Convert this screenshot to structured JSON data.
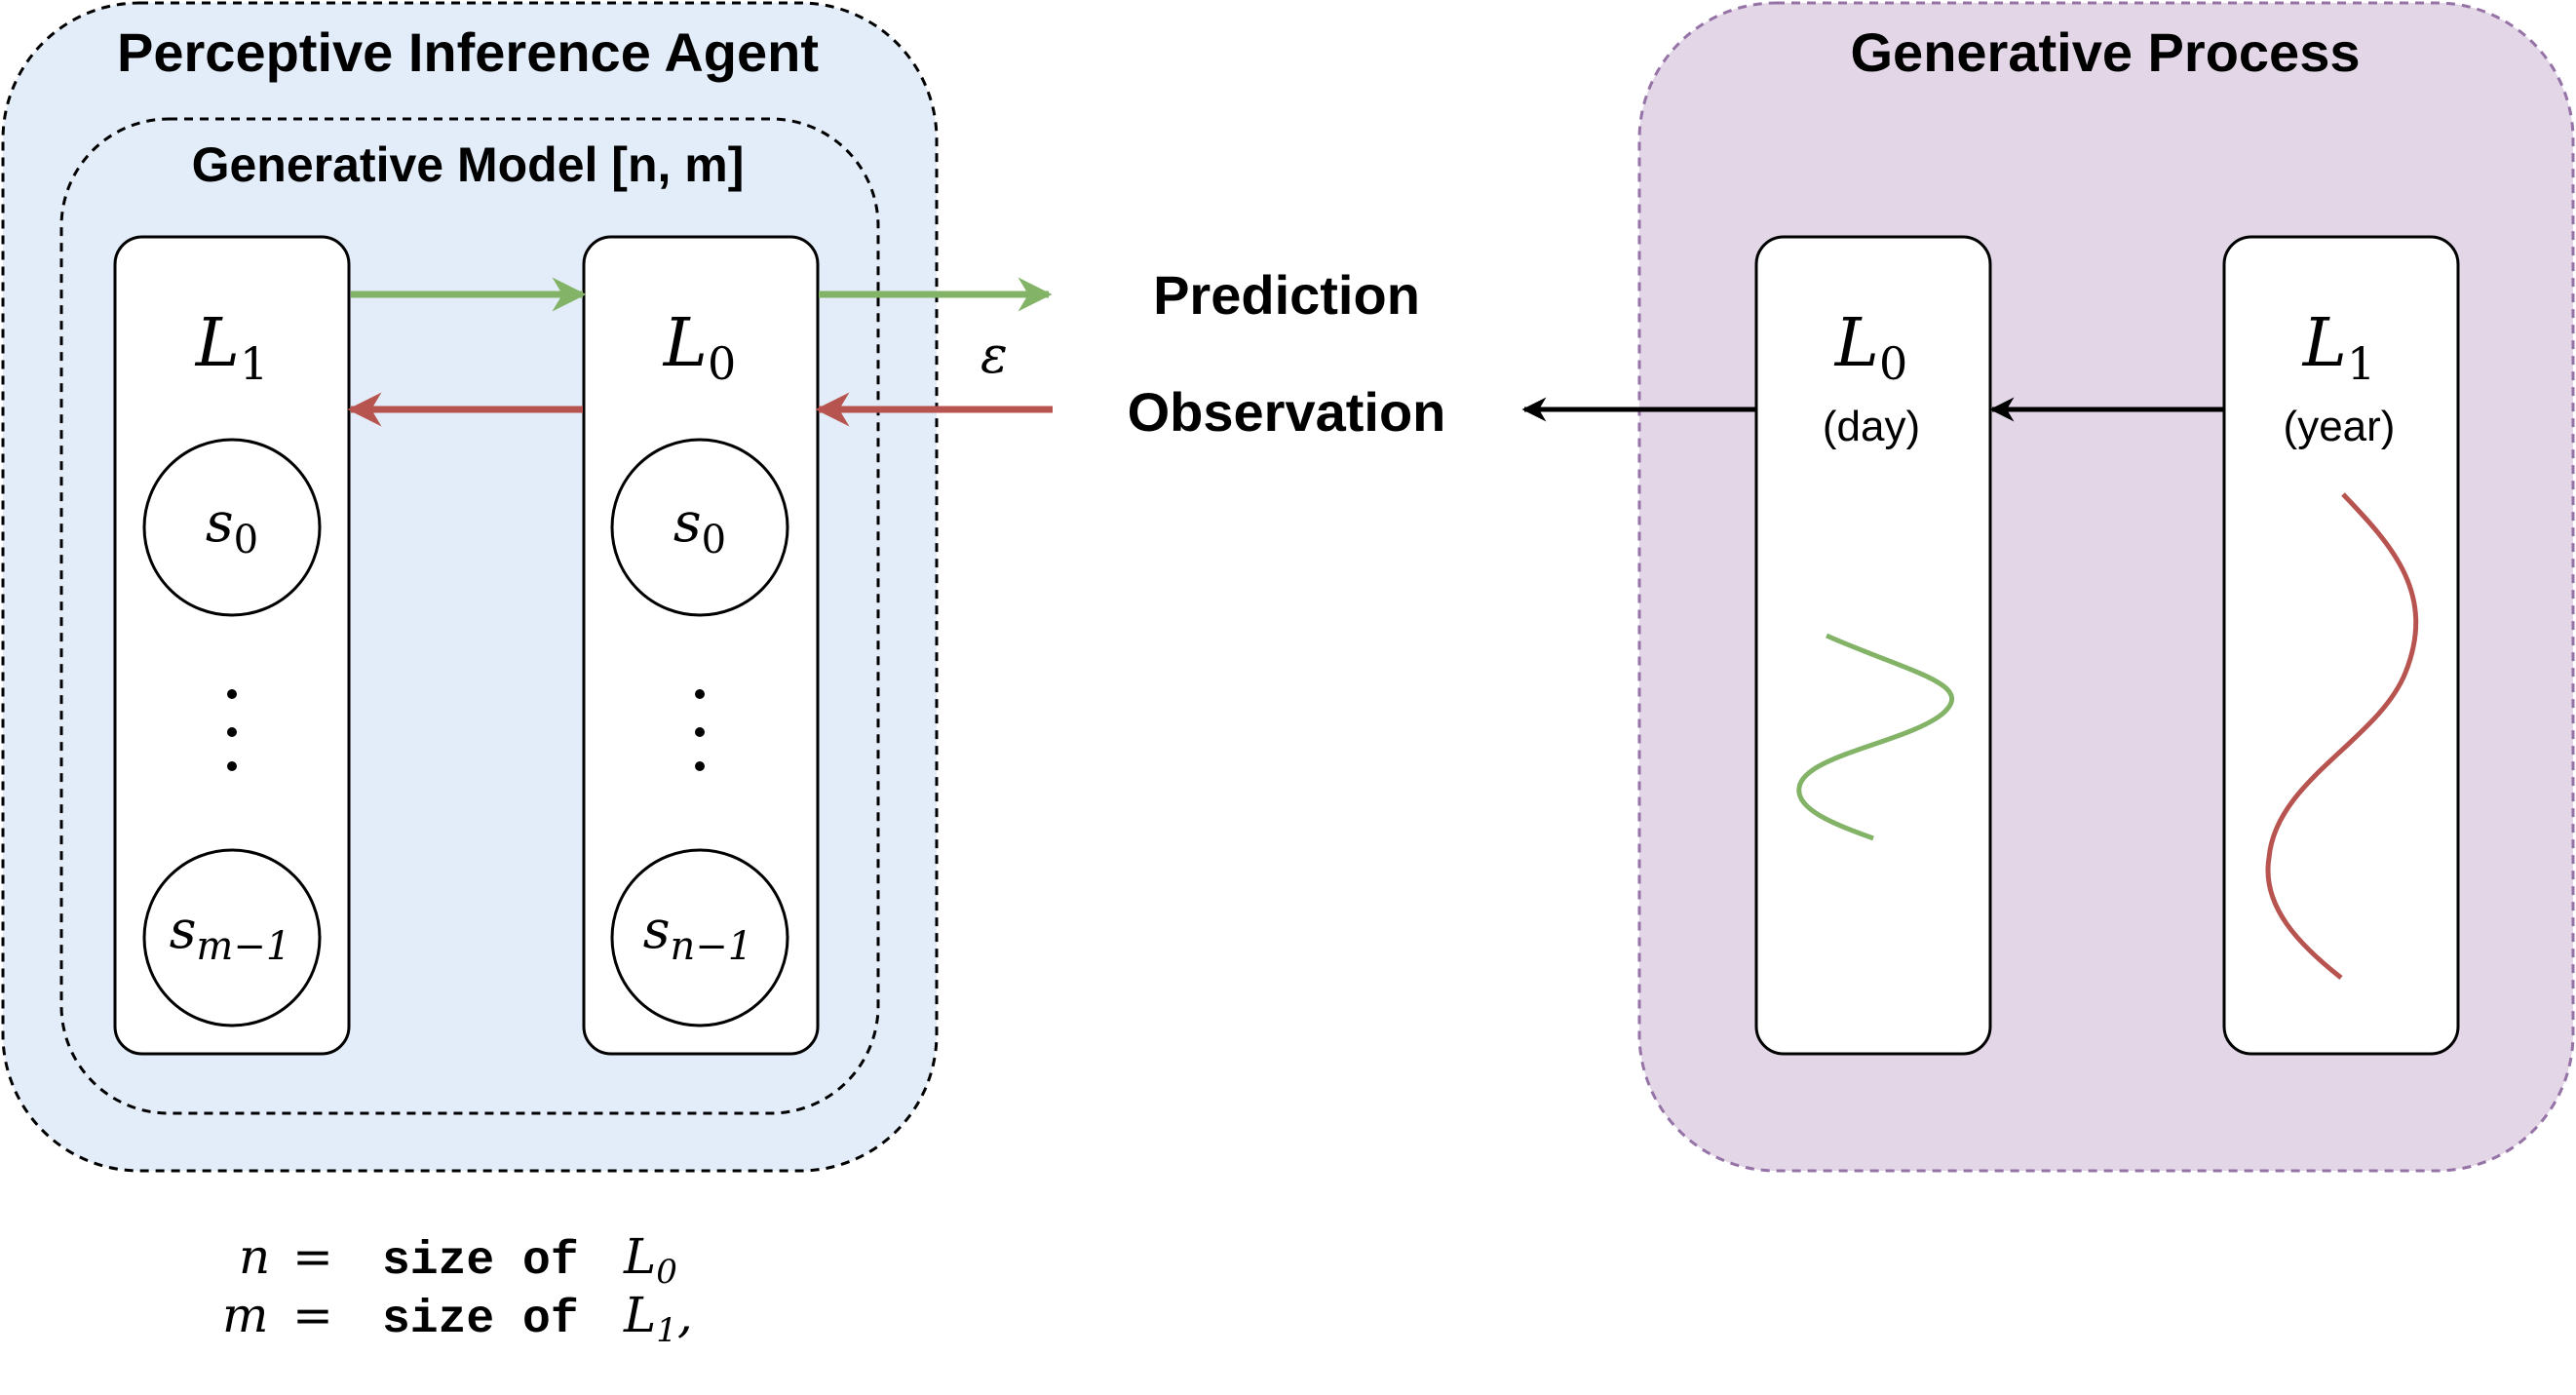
{
  "colors": {
    "agent_bg": "#e3edfa",
    "process_bg": "#e2d6e7",
    "process_border": "#9673a6",
    "prediction_green": "#82b366",
    "error_red": "#b85450",
    "ink": "#000000",
    "box_bg": "#ffffff"
  },
  "agent": {
    "title": "Perceptive Inference Agent",
    "model": {
      "title": "Generative Model [n, m]",
      "l1": {
        "label_main": "L",
        "label_sub": "1",
        "s_first_main": "s",
        "s_first_sub": "0",
        "s_last_main": "s",
        "s_last_sub": "m−1"
      },
      "l0": {
        "label_main": "L",
        "label_sub": "0",
        "s_first_main": "s",
        "s_first_sub": "0",
        "s_last_main": "s",
        "s_last_sub": "n−1"
      }
    }
  },
  "interface": {
    "prediction": "Prediction",
    "observation": "Observation",
    "epsilon": "ε"
  },
  "process": {
    "title": "Generative Process",
    "l0": {
      "label_main": "L",
      "label_sub": "0",
      "caption": "(day)"
    },
    "l1": {
      "label_main": "L",
      "label_sub": "1",
      "caption": "(year)"
    }
  },
  "legend": {
    "line1": {
      "var": "n",
      "eq": "=",
      "text": "size of",
      "ref_main": "L",
      "ref_sub": "0",
      "trail": ""
    },
    "line2": {
      "var": "m",
      "eq": "=",
      "text": "size of",
      "ref_main": "L",
      "ref_sub": "1",
      "trail": ","
    }
  }
}
